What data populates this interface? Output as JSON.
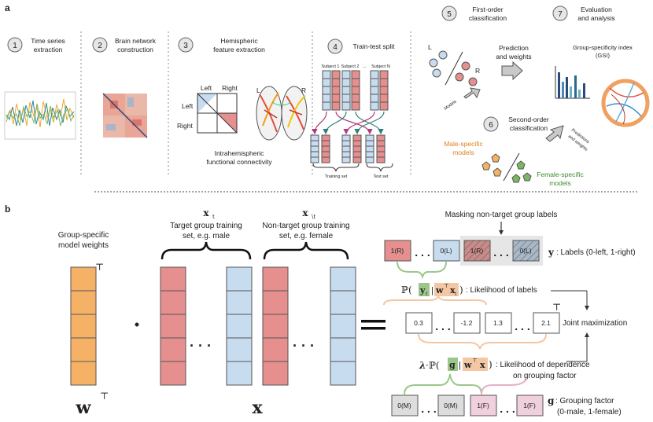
{
  "panel_a": {
    "label": "a",
    "steps": [
      {
        "num": "1",
        "title_lines": [
          "Time series",
          "extraction"
        ]
      },
      {
        "num": "2",
        "title_lines": [
          "Brain network",
          "construction"
        ]
      },
      {
        "num": "3",
        "title_lines": [
          "Hemispheric",
          "feature extraction"
        ]
      },
      {
        "num": "4",
        "title_lines": [
          "Train-test split"
        ]
      },
      {
        "num": "5",
        "title_lines": [
          "First-order",
          "classification"
        ]
      },
      {
        "num": "6",
        "title_lines": [
          "Second-order",
          "classification"
        ]
      },
      {
        "num": "7",
        "title_lines": [
          "Evaluation",
          "and analysis"
        ]
      }
    ],
    "hemi_grid": {
      "left_top": "Left",
      "right_top": "Right",
      "left_side": "Left",
      "right_side": "Right"
    },
    "brain": {
      "left": "L",
      "right": "R"
    },
    "intra_caption_lines": [
      "Intrahemispheric",
      "functional connectivity"
    ],
    "subjects": [
      "Subject 1",
      "Subject 2",
      "...",
      "Subject N"
    ],
    "training_set": "Training set",
    "test_set": "Test set",
    "scatter_labels": {
      "left": "L",
      "right": "R"
    },
    "prediction_weights_lines": [
      "Prediction",
      "and weights"
    ],
    "models_label": "Models",
    "gsi_lines": [
      "Group-specificity index",
      "(GSI)"
    ],
    "male_models_lines": [
      "Male-specific",
      "models"
    ],
    "female_models_lines": [
      "Female-specific",
      "models"
    ],
    "predictions_weights_lines": [
      "Predictions",
      "and weights"
    ]
  },
  "panel_b": {
    "label": "b",
    "weights_caption_lines": [
      "Group-specific",
      "model weights"
    ],
    "xt_symbol": "x",
    "xt_sub": "t",
    "xt_caption_lines": [
      "Target group training",
      "set, e.g. male"
    ],
    "xnt_symbol": "x",
    "xnt_sub": "\\t",
    "xnt_caption_lines": [
      "Non-target group training",
      "set, e.g. female"
    ],
    "w_symbol": "w",
    "x_symbol": "x",
    "transpose": "⊤",
    "dot": "•",
    "ellipsis": "· · ·",
    "masking_label": "Masking non-target group labels",
    "label_boxes": [
      "1(R)",
      "0(L)",
      "1(R)",
      "0(L)"
    ],
    "y_label": "y",
    "y_caption": ": Labels (0-left, 1-right)",
    "likelihood_labels": ": Likelihood of labels",
    "score_boxes": [
      "0.3",
      "-1.2",
      "1.3",
      "2.1"
    ],
    "joint_max": "Joint maximization",
    "likelihood_dependence_lines": [
      ": Likelihood of dependence",
      "on grouping factor"
    ],
    "group_boxes": [
      "0(M)",
      "0(M)",
      "1(F)",
      "1(F)"
    ],
    "g_label": "g",
    "g_caption_lines": [
      ": Grouping factor",
      "(0-male, 1-female)"
    ]
  },
  "colors": {
    "orange": "#f5b267",
    "red": "#e58f8f",
    "blue": "#c8dcf0",
    "green": "#9cc78a",
    "pink": "#f0d0dc",
    "gray": "#dddddd"
  }
}
